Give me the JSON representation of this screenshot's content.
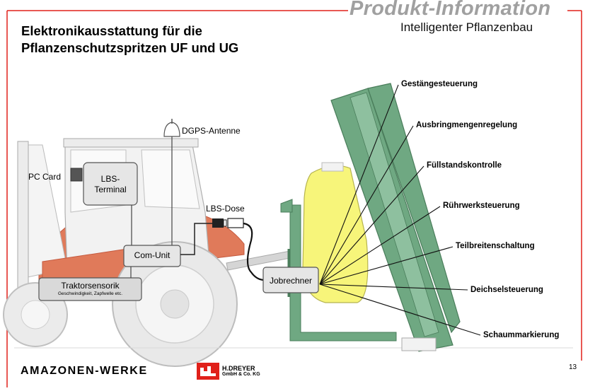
{
  "header": {
    "brand": "Produkt-Information",
    "subtitle": "Intelligenter Pflanzenbau"
  },
  "title": {
    "line1": "Elektronikausstattung für die",
    "line2": "Pflanzenschutzspritzen UF und UG"
  },
  "tractor_labels": {
    "dgps": "DGPS-Antenne",
    "pc_card": "PC Card",
    "lbs_terminal_line1": "LBS-",
    "lbs_terminal_line2": "Terminal",
    "lbs_dose": "LBS-Dose",
    "com_unit": "Com-Unit",
    "traktorsensorik": "Traktorsensorik",
    "traktorsensorik_sub": "Geschwindigkeit, Zapfwelle etc."
  },
  "sprayer": {
    "jobrechner": "Jobrechner",
    "functions": [
      "Gestängesteuerung",
      "Ausbringmengenregelung",
      "Füllstandskontrolle",
      "Rührwerksteuerung",
      "Teilbreitenschaltung",
      "Deichselsteuerung",
      "Schaummarkierung"
    ]
  },
  "footer": {
    "amazone": "AMAZONEN-WERKE",
    "dreyer_line1": "H.DREYER",
    "dreyer_line2": "GmbH & Co. KG",
    "page": "13"
  },
  "colors": {
    "frame_red": "#e0201a",
    "tractor_orange": "#e07a5a",
    "boom_green": "#6fa882",
    "tank_yellow": "#f7f57a",
    "box_grey": "#e6e6e6"
  }
}
